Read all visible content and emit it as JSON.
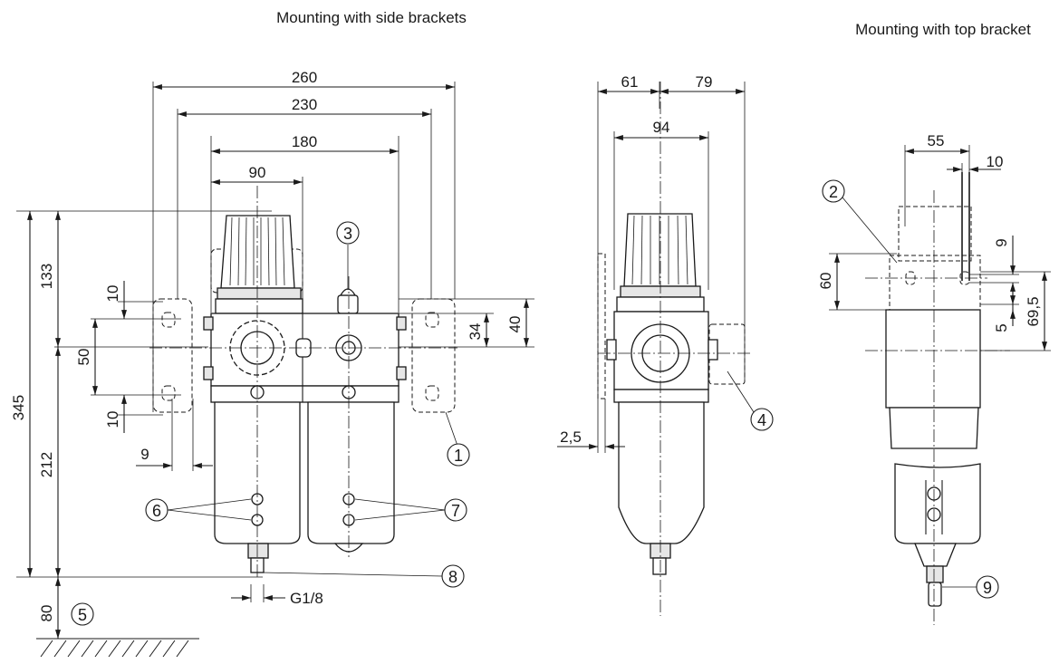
{
  "titles": {
    "side": "Mounting with side brackets",
    "top": "Mounting with top bracket"
  },
  "dims": {
    "d260": "260",
    "d230": "230",
    "d180": "180",
    "d90": "90",
    "d345": "345",
    "d133": "133",
    "d212": "212",
    "d80": "80",
    "d10a": "10",
    "d50": "50",
    "d10b": "10",
    "d9": "9",
    "d34": "34",
    "d40": "40",
    "g18": "G1/8",
    "d61": "61",
    "d79": "79",
    "d94": "94",
    "d2_5": "2,5",
    "d55": "55",
    "d10c": "10",
    "d9v": "9",
    "d60": "60",
    "d69_5": "69,5",
    "d5": "5"
  },
  "callouts": [
    "1",
    "2",
    "3",
    "4",
    "5",
    "6",
    "7",
    "8",
    "9"
  ]
}
